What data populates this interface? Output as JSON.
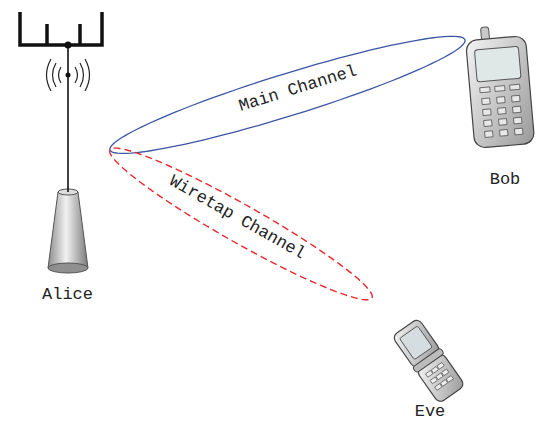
{
  "diagram": {
    "nodes": [
      {
        "text": [
          "Alice"
        ]
      },
      {
        "text": [
          "Bob"
        ]
      },
      {
        "text": [
          "Eve"
        ]
      }
    ],
    "edges": [
      {
        "from": 0,
        "to": 1,
        "arrow": "none",
        "label": "Main Channel"
      },
      {
        "from": 0,
        "to": 2,
        "arrow": "none",
        "label": "Wiretap Channel"
      }
    ]
  }
}
